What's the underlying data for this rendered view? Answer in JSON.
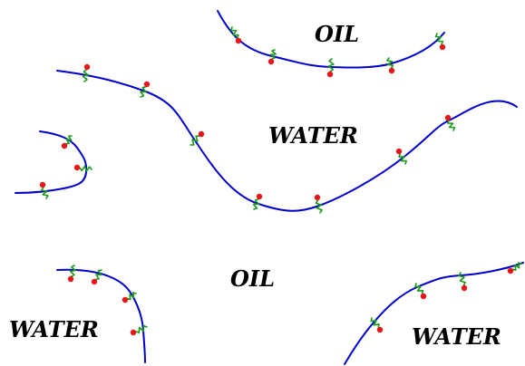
{
  "labels": {
    "oil_top": "OIL",
    "water_upper": "WATER",
    "oil_middle": "OIL",
    "water_lower_left": "WATER",
    "water_lower_right": "WATER"
  },
  "colors": {
    "interface_line": "#0000cc",
    "surfactant_head": "#e8151b",
    "surfactant_tail": "#1a9a1a",
    "text": "#000000",
    "background": "#ffffff"
  },
  "icons": {
    "surfactant": "surfactant-molecule-icon"
  }
}
